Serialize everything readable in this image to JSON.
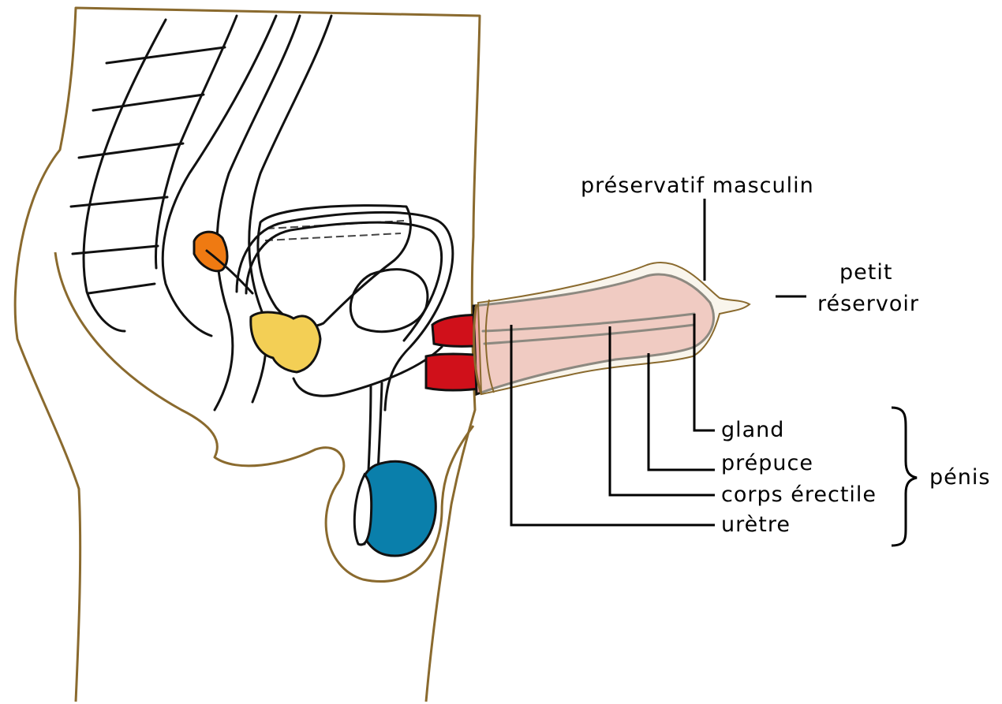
{
  "labels": {
    "condom": "préservatif masculin",
    "reservoir_line1": "petit",
    "reservoir_line2": "réservoir",
    "glans": "gland",
    "foreskin": "prépuce",
    "erectile": "corps érectile",
    "urethra": "urètre",
    "penis": "pénis"
  },
  "colors": {
    "body_outline": "#8a6a2e",
    "penis_fill": "#eca3a3",
    "corpus_red": "#d0101a",
    "testis_blue": "#0a7fab",
    "prostate_yellow": "#f3cf55",
    "vesicle_orange": "#ef7a12",
    "condom_fill": "#f4ecdd"
  }
}
